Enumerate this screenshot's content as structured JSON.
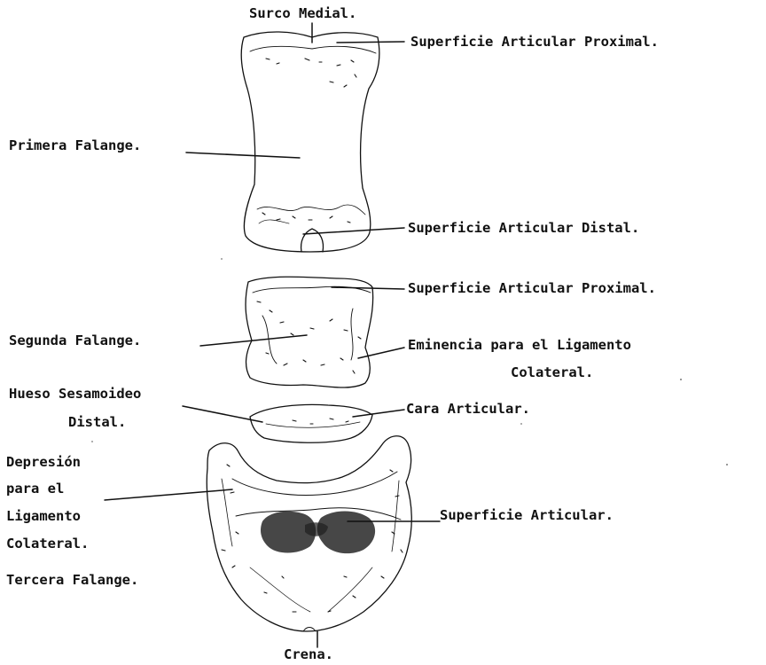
{
  "labels": {
    "surco_medial": "Surco Medial.",
    "sup_art_prox_1": "Superficie Articular Proximal.",
    "primera_falange": "Primera Falange.",
    "sup_art_distal": "Superficie Articular Distal.",
    "sup_art_prox_2": "Superficie Articular Proximal.",
    "segunda_falange": "Segunda Falange.",
    "eminencia_l1": "Eminencia para el Ligamento",
    "eminencia_l2": "Colateral.",
    "hueso_l1": "Hueso Sesamoideo",
    "hueso_l2": "Distal.",
    "cara_articular": "Cara Articular.",
    "depresion_l1": "Depresión",
    "depresion_l2": "para el",
    "depresion_l3": "Ligamento",
    "depresion_l4": "Colateral.",
    "sup_articular": "Superficie Articular.",
    "tercera_falange": "Tercera Falange.",
    "crena": "Crena."
  },
  "colors": {
    "ink": "#111111",
    "paper": "#ffffff"
  }
}
